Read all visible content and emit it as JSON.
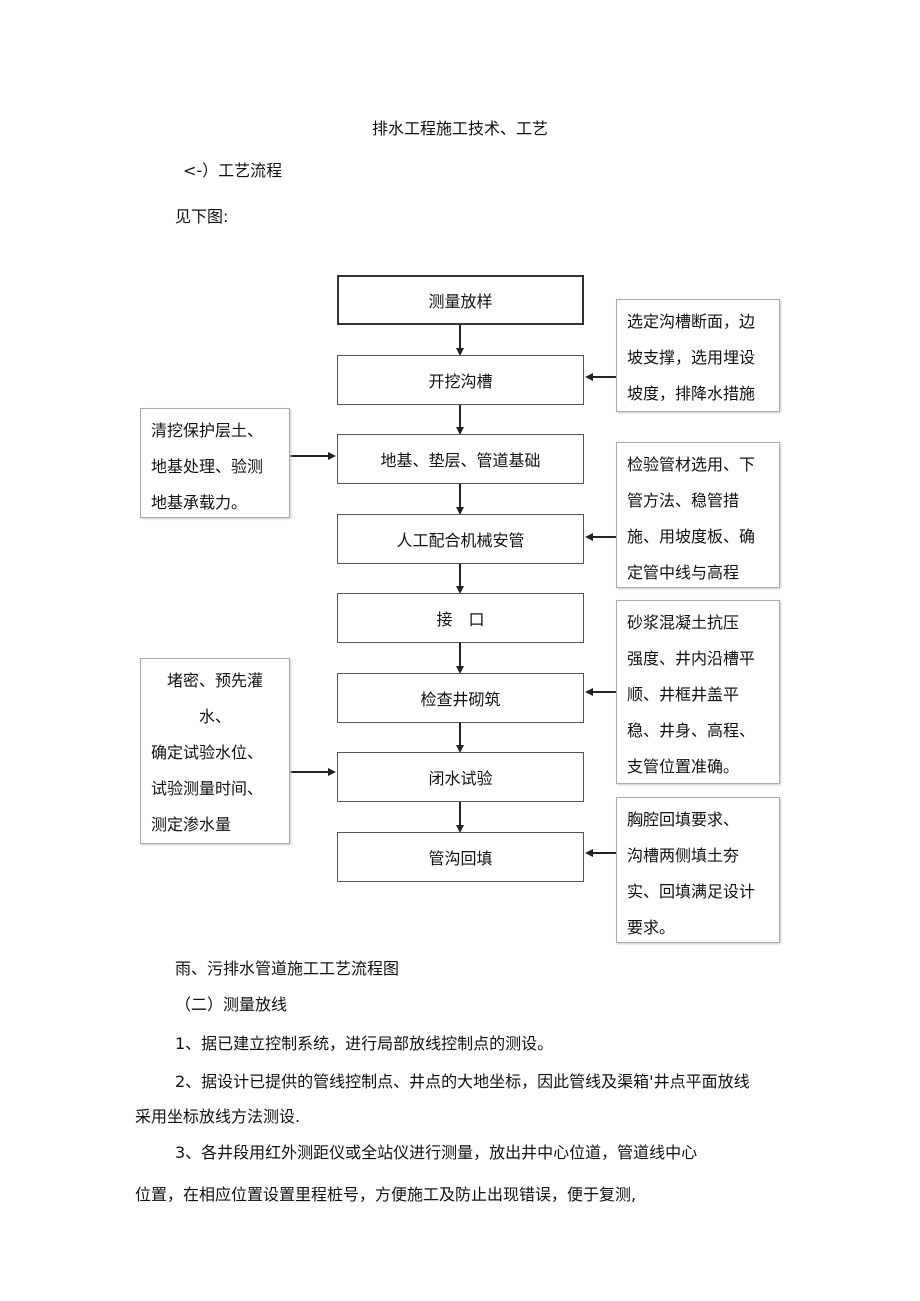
{
  "document": {
    "title": "排水工程施工技术、工艺",
    "section1_heading": "<-）工艺流程",
    "see_below": "见下图:",
    "flowchart": {
      "steps": [
        "测量放样",
        "开挖沟槽",
        "地基、垫层、管道基础",
        "人工配合机械安管",
        "接　口",
        "检查井砌筑",
        "闭水试验",
        "管沟回填"
      ],
      "left_notes": [
        {
          "lines": [
            "清挖保护层土、",
            "地基处理、验测",
            "地基承载力。"
          ]
        },
        {
          "lines": [
            "堵密、预先灌",
            "水、",
            "确定试验水位、",
            "试验测量时间、",
            "测定渗水量"
          ]
        }
      ],
      "right_notes": [
        {
          "lines": [
            "选定沟槽断面，边",
            "坡支撑，选用埋设",
            "坡度，排降水措施"
          ]
        },
        {
          "lines": [
            "检验管材选用、下",
            "管方法、稳管措",
            "施、用坡度板、确",
            "定管中线与高程"
          ]
        },
        {
          "lines": [
            "砂浆混凝土抗压",
            "强度、井内沿槽平",
            "顺、井框井盖平",
            "稳、井身、高程、",
            "支管位置准确。"
          ]
        }
      ],
      "right_notes_last": {
        "lines": [
          "胸腔回填要求、",
          "沟槽两侧填土夯",
          "实、回填满足设计",
          "要求。"
        ]
      }
    },
    "caption": "雨、污排水管道施工工艺流程图",
    "section2_heading": "（二）测量放线",
    "para1": "1、据已建立控制系统，进行局部放线控制点的测设。",
    "para2_line1": "2、据设计已提供的管线控制点、井点的大地坐标，因此管线及渠箱'井点平面放线",
    "para2_line2": "采用坐标放线方法测设.",
    "para3_line1": "3、各井段用红外测距仪或全站仪进行测量，放出井中心位道，管道线中心",
    "para3_line2": "位置，在相应位置设置里程桩号，方便施工及防止出现错误，便于复测,"
  }
}
